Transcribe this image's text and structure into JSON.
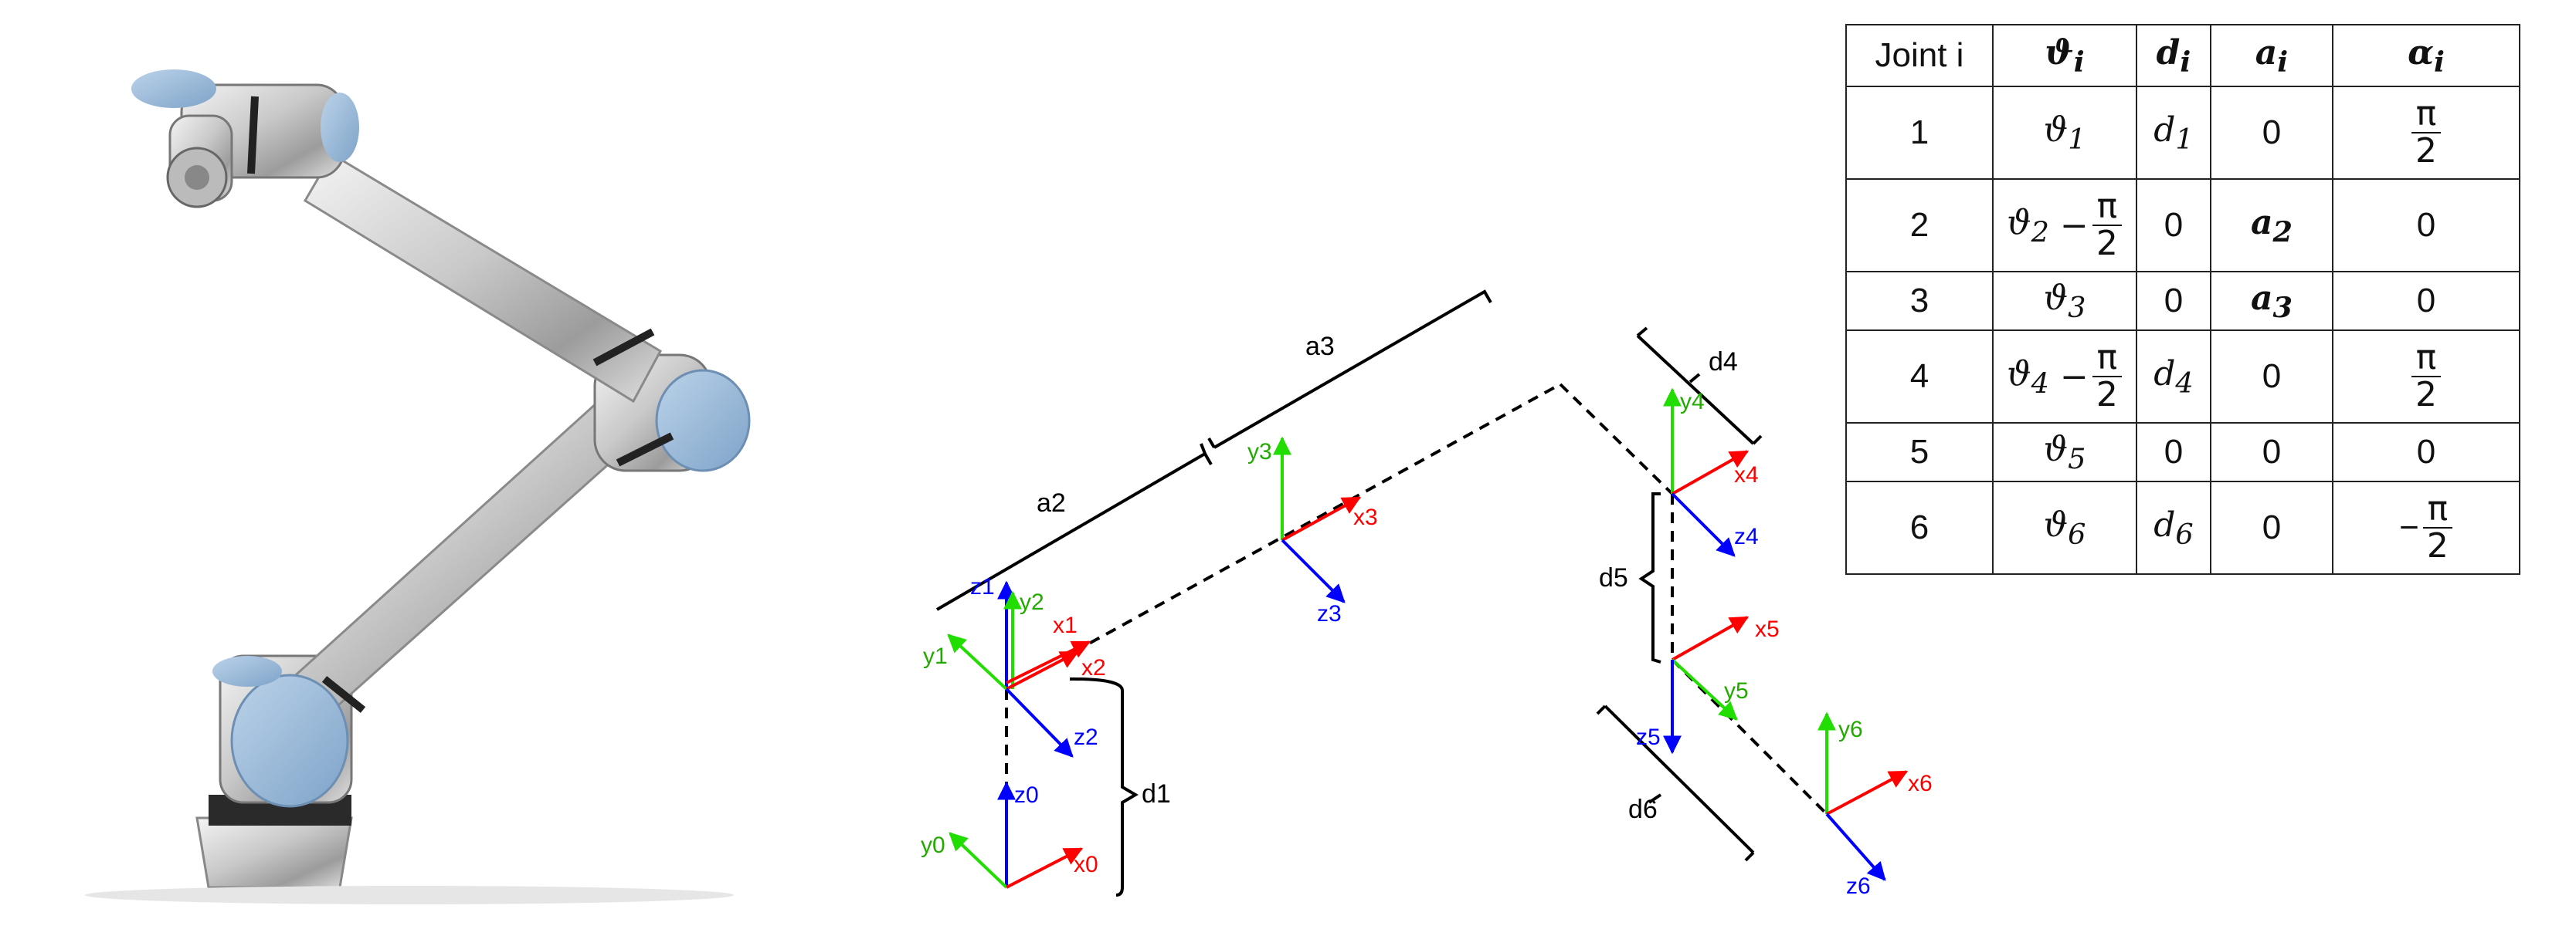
{
  "robot": {
    "icon": "ur-robot-arm-photo"
  },
  "diagram": {
    "labels": {
      "a2": "a2",
      "a3": "a3",
      "d1": "d1",
      "d4": "d4",
      "d5": "d5",
      "d6": "d6",
      "z0": "z0",
      "y0": "y0",
      "x0": "x0",
      "z1": "z1",
      "y1": "y1",
      "x1": "x1",
      "y2": "y2",
      "x2": "x2",
      "z2": "z2",
      "y3": "y3",
      "x3": "x3",
      "z3": "z3",
      "y4": "y4",
      "x4": "x4",
      "z4": "z4",
      "x5": "x5",
      "y5": "y5",
      "z5": "z5",
      "y6": "y6",
      "x6": "x6",
      "z6": "z6"
    },
    "colors": {
      "x_axis": "#ff0000",
      "y_axis": "#22dd00",
      "z_axis": "#0000ff",
      "link": "#000000"
    }
  },
  "dh_table": {
    "headers": {
      "joint": "Joint i",
      "theta": "ϑ",
      "theta_sub": "i",
      "d": "d",
      "d_sub": "i",
      "a": "a",
      "a_sub": "i",
      "alpha": "α",
      "alpha_sub": "i"
    },
    "pi": "π",
    "two": "2",
    "minus": "−",
    "rows": [
      {
        "joint": "1",
        "theta": "ϑ",
        "theta_sub": "1",
        "d": "d",
        "d_sub": "1",
        "a": "0"
      },
      {
        "joint": "2",
        "theta": "ϑ",
        "theta_sub": "2",
        "d": "0",
        "a": "a",
        "a_sub": "2",
        "alpha": "0"
      },
      {
        "joint": "3",
        "theta": "ϑ",
        "theta_sub": "3",
        "d": "0",
        "a": "a",
        "a_sub": "3",
        "alpha": "0"
      },
      {
        "joint": "4",
        "theta": "ϑ",
        "theta_sub": "4",
        "d": "d",
        "d_sub": "4",
        "a": "0"
      },
      {
        "joint": "5",
        "theta": "ϑ",
        "theta_sub": "5",
        "d": "0",
        "a": "0",
        "alpha": "0"
      },
      {
        "joint": "6",
        "theta": "ϑ",
        "theta_sub": "6",
        "d": "d",
        "d_sub": "6",
        "a": "0"
      }
    ]
  }
}
